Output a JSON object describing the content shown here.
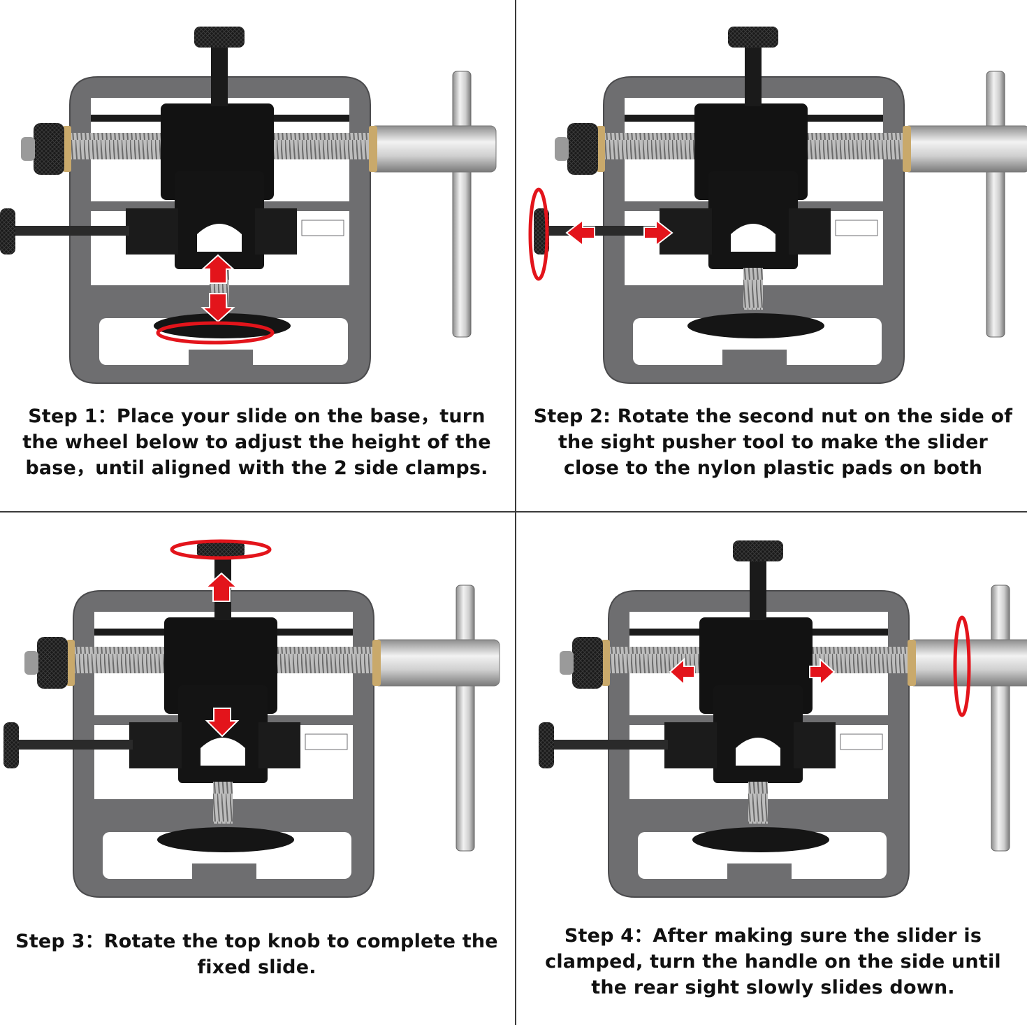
{
  "steps": [
    {
      "label": "Step 1",
      "caption": "Step 1：Place your slide on the base，turn the wheel below to adjust the height of the base，until aligned with the 2 side clamps."
    },
    {
      "label": "Step 2",
      "caption": "Step 2: Rotate the second nut on the side of the sight pusher tool to make the slider close to the nylon plastic pads on both"
    },
    {
      "label": "Step 3",
      "caption": "Step 3：Rotate the top knob to complete the fixed slide."
    },
    {
      "label": "Step 4",
      "caption": "Step 4：After making sure the slider is clamped, turn the handle on the side until the rear sight slowly slides down."
    }
  ],
  "colors": {
    "frame": "#6e6e70",
    "block": "#111111",
    "steel": "#c8c8c8",
    "brass": "#c9a96b",
    "arrow": "#e3141b",
    "divider": "#3a3a3a"
  }
}
